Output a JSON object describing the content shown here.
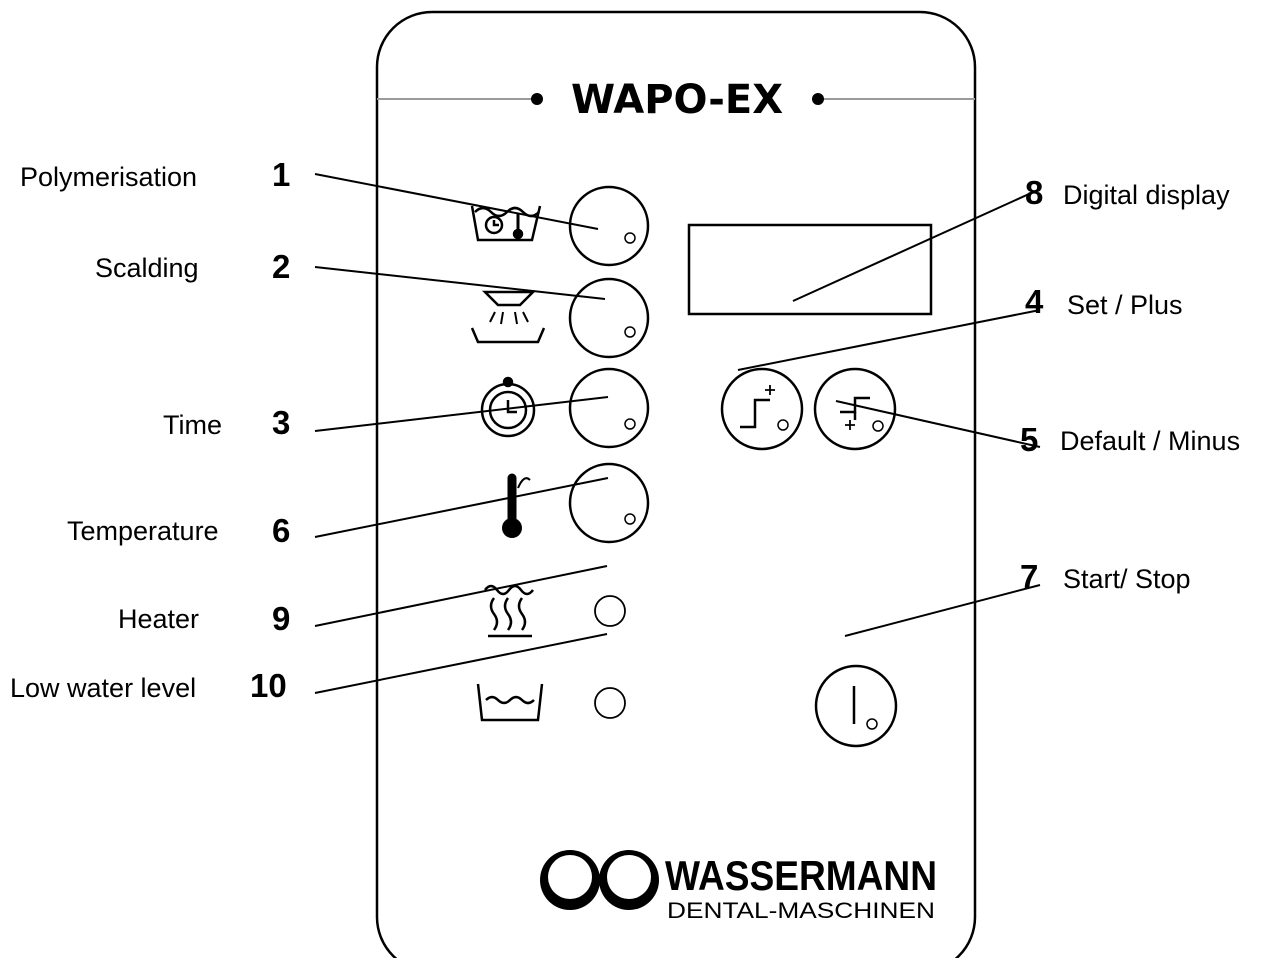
{
  "panel": {
    "title": "WAPO-EX",
    "brand": {
      "name": "WASSERMANN",
      "subtitle": "DENTAL-MASCHINEN"
    }
  },
  "callouts": [
    {
      "id": "polymerisation",
      "number": "1",
      "label": "Polymerisation"
    },
    {
      "id": "scalding",
      "number": "2",
      "label": "Scalding"
    },
    {
      "id": "time",
      "number": "3",
      "label": "Time"
    },
    {
      "id": "temperature",
      "number": "6",
      "label": "Temperature"
    },
    {
      "id": "heater",
      "number": "9",
      "label": "Heater"
    },
    {
      "id": "low-water-level",
      "number": "10",
      "label": "Low water level"
    },
    {
      "id": "digital-display",
      "number": "8",
      "label": "Digital display"
    },
    {
      "id": "set-plus",
      "number": "4",
      "label": "Set / Plus"
    },
    {
      "id": "default-minus",
      "number": "5",
      "label": "Default / Minus"
    },
    {
      "id": "start-stop",
      "number": "7",
      "label": "Start/ Stop"
    }
  ],
  "icons": {
    "polymerisation": "bath-clock-thermometer-icon",
    "scalding": "spray-bath-icon",
    "time": "stopwatch-icon",
    "temperature": "thermometer-icon",
    "heater": "heat-waves-icon",
    "low_water": "water-basin-icon",
    "set_plus": "step-up-plus-icon",
    "default_minus": "step-down-minus-icon",
    "start_stop": "power-start-icon"
  },
  "colors": {
    "stroke": "#000000",
    "background": "#ffffff",
    "rule": "#9a9a9a"
  }
}
